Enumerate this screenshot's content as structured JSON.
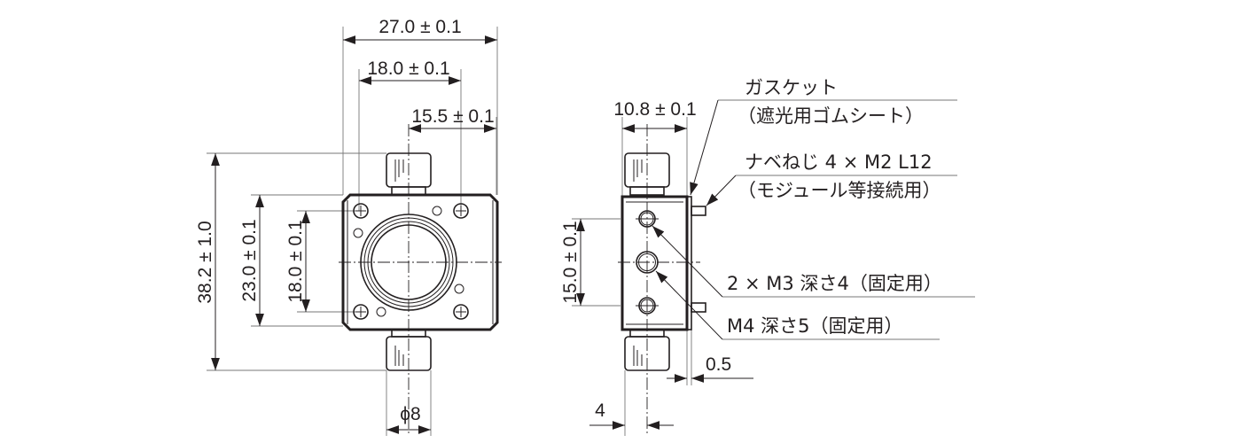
{
  "front_view": {
    "dim_width_overall": "27.0 ± 0.1",
    "dim_hole_pitch_h": "18.0 ± 0.1",
    "dim_center_offset": "15.5 ± 0.1",
    "dim_height_overall": "38.2 ± 1.0",
    "dim_body_height": "23.0 ± 0.1",
    "dim_hole_pitch_v": "18.0 ± 0.1",
    "dim_knob_diameter": "ϕ8"
  },
  "side_view": {
    "dim_depth": "10.8 ± 0.1",
    "dim_hole_pitch": "15.0 ± 0.1",
    "dim_knob_offset": "4",
    "dim_gasket": "0.5"
  },
  "callouts": {
    "gasket_title": "ガスケット",
    "gasket_note": "（遮光用ゴムシート）",
    "screw_title": "ナベねじ 4 × M2 L12",
    "screw_note": "（モジュール等接続用）",
    "m3_holes": "2 × M3 深さ4（固定用）",
    "m4_hole": "M4 深さ5（固定用）"
  }
}
